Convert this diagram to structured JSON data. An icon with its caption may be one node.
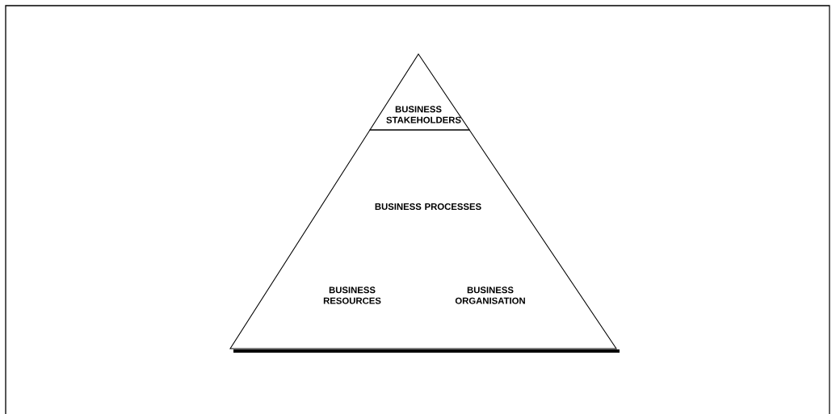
{
  "diagram": {
    "nodes": [
      {
        "text": [
          "BUSINESS STAKEHOLDERS"
        ]
      },
      {
        "text": [
          "BUSINESS PROCESSES",
          "BUSINESS RESOURCES",
          "BUSINESS ORGANISATION"
        ]
      }
    ]
  }
}
